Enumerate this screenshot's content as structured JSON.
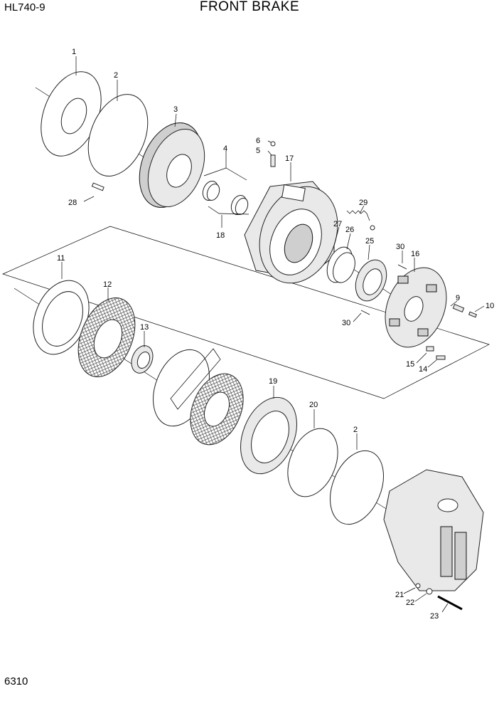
{
  "header": {
    "model": "HL740-9",
    "title": "FRONT BRAKE"
  },
  "footer": {
    "page_number": "6310"
  },
  "callouts": [
    "1",
    "2",
    "3",
    "4",
    "5",
    "6",
    "17",
    "28",
    "18",
    "29",
    "27",
    "26",
    "25",
    "30",
    "16",
    "9",
    "10",
    "11",
    "12",
    "13",
    "15",
    "14",
    "19",
    "20",
    "2",
    "21",
    "22",
    "23",
    "30"
  ]
}
